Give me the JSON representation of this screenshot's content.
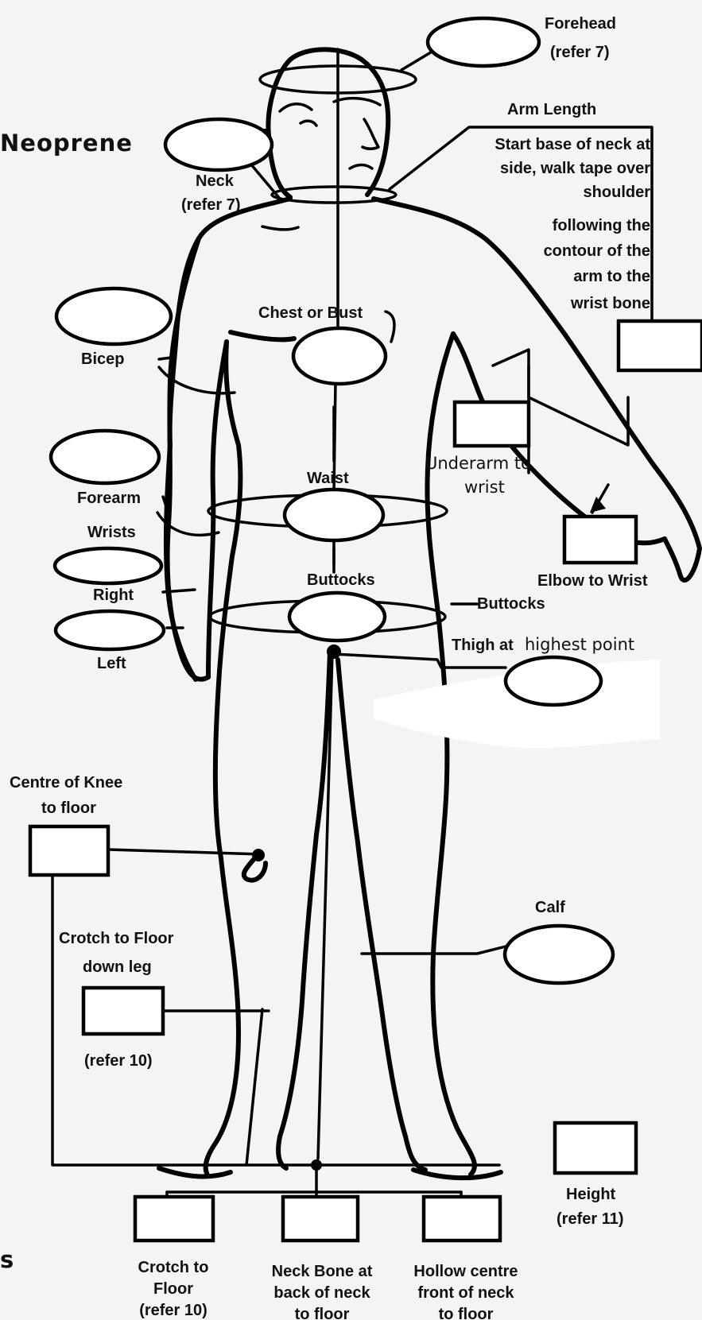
{
  "brand_text": "Neoprene",
  "edge_text": "s",
  "labels": {
    "forehead": [
      "Forehead",
      "(refer 7)"
    ],
    "arm_length_title": "Arm Length",
    "arm_length_desc": [
      "Start base of neck at",
      "side, walk tape over",
      "shoulder",
      "following the",
      "contour of the",
      "arm to the",
      "wrist bone"
    ],
    "neck": [
      "Neck",
      "(refer 7)"
    ],
    "chest": "Chest or Bust",
    "bicep": "Bicep",
    "underarm": [
      "Underarm to",
      "wrist"
    ],
    "waist": "Waist",
    "forearm": "Forearm",
    "wrists": "Wrists",
    "right": "Right",
    "left": "Left",
    "buttocks_center": "Buttocks",
    "buttocks_side": "Buttocks",
    "elbow": "Elbow to Wrist",
    "thigh_bold": "Thigh at",
    "thigh_thin": "highest point",
    "knee": [
      "Centre of Knee",
      "to floor"
    ],
    "calf": "Calf",
    "crotch_leg": [
      "Crotch to Floor",
      "down leg"
    ],
    "refer10": "(refer 10)",
    "height": [
      "Height",
      "(refer 11)"
    ],
    "crotch_floor": [
      "Crotch to",
      "Floor",
      "(refer 10)"
    ],
    "neck_bone": [
      "Neck Bone at",
      "back of neck",
      "to floor"
    ],
    "hollow": [
      "Hollow centre",
      "front of neck",
      "to floor"
    ]
  }
}
